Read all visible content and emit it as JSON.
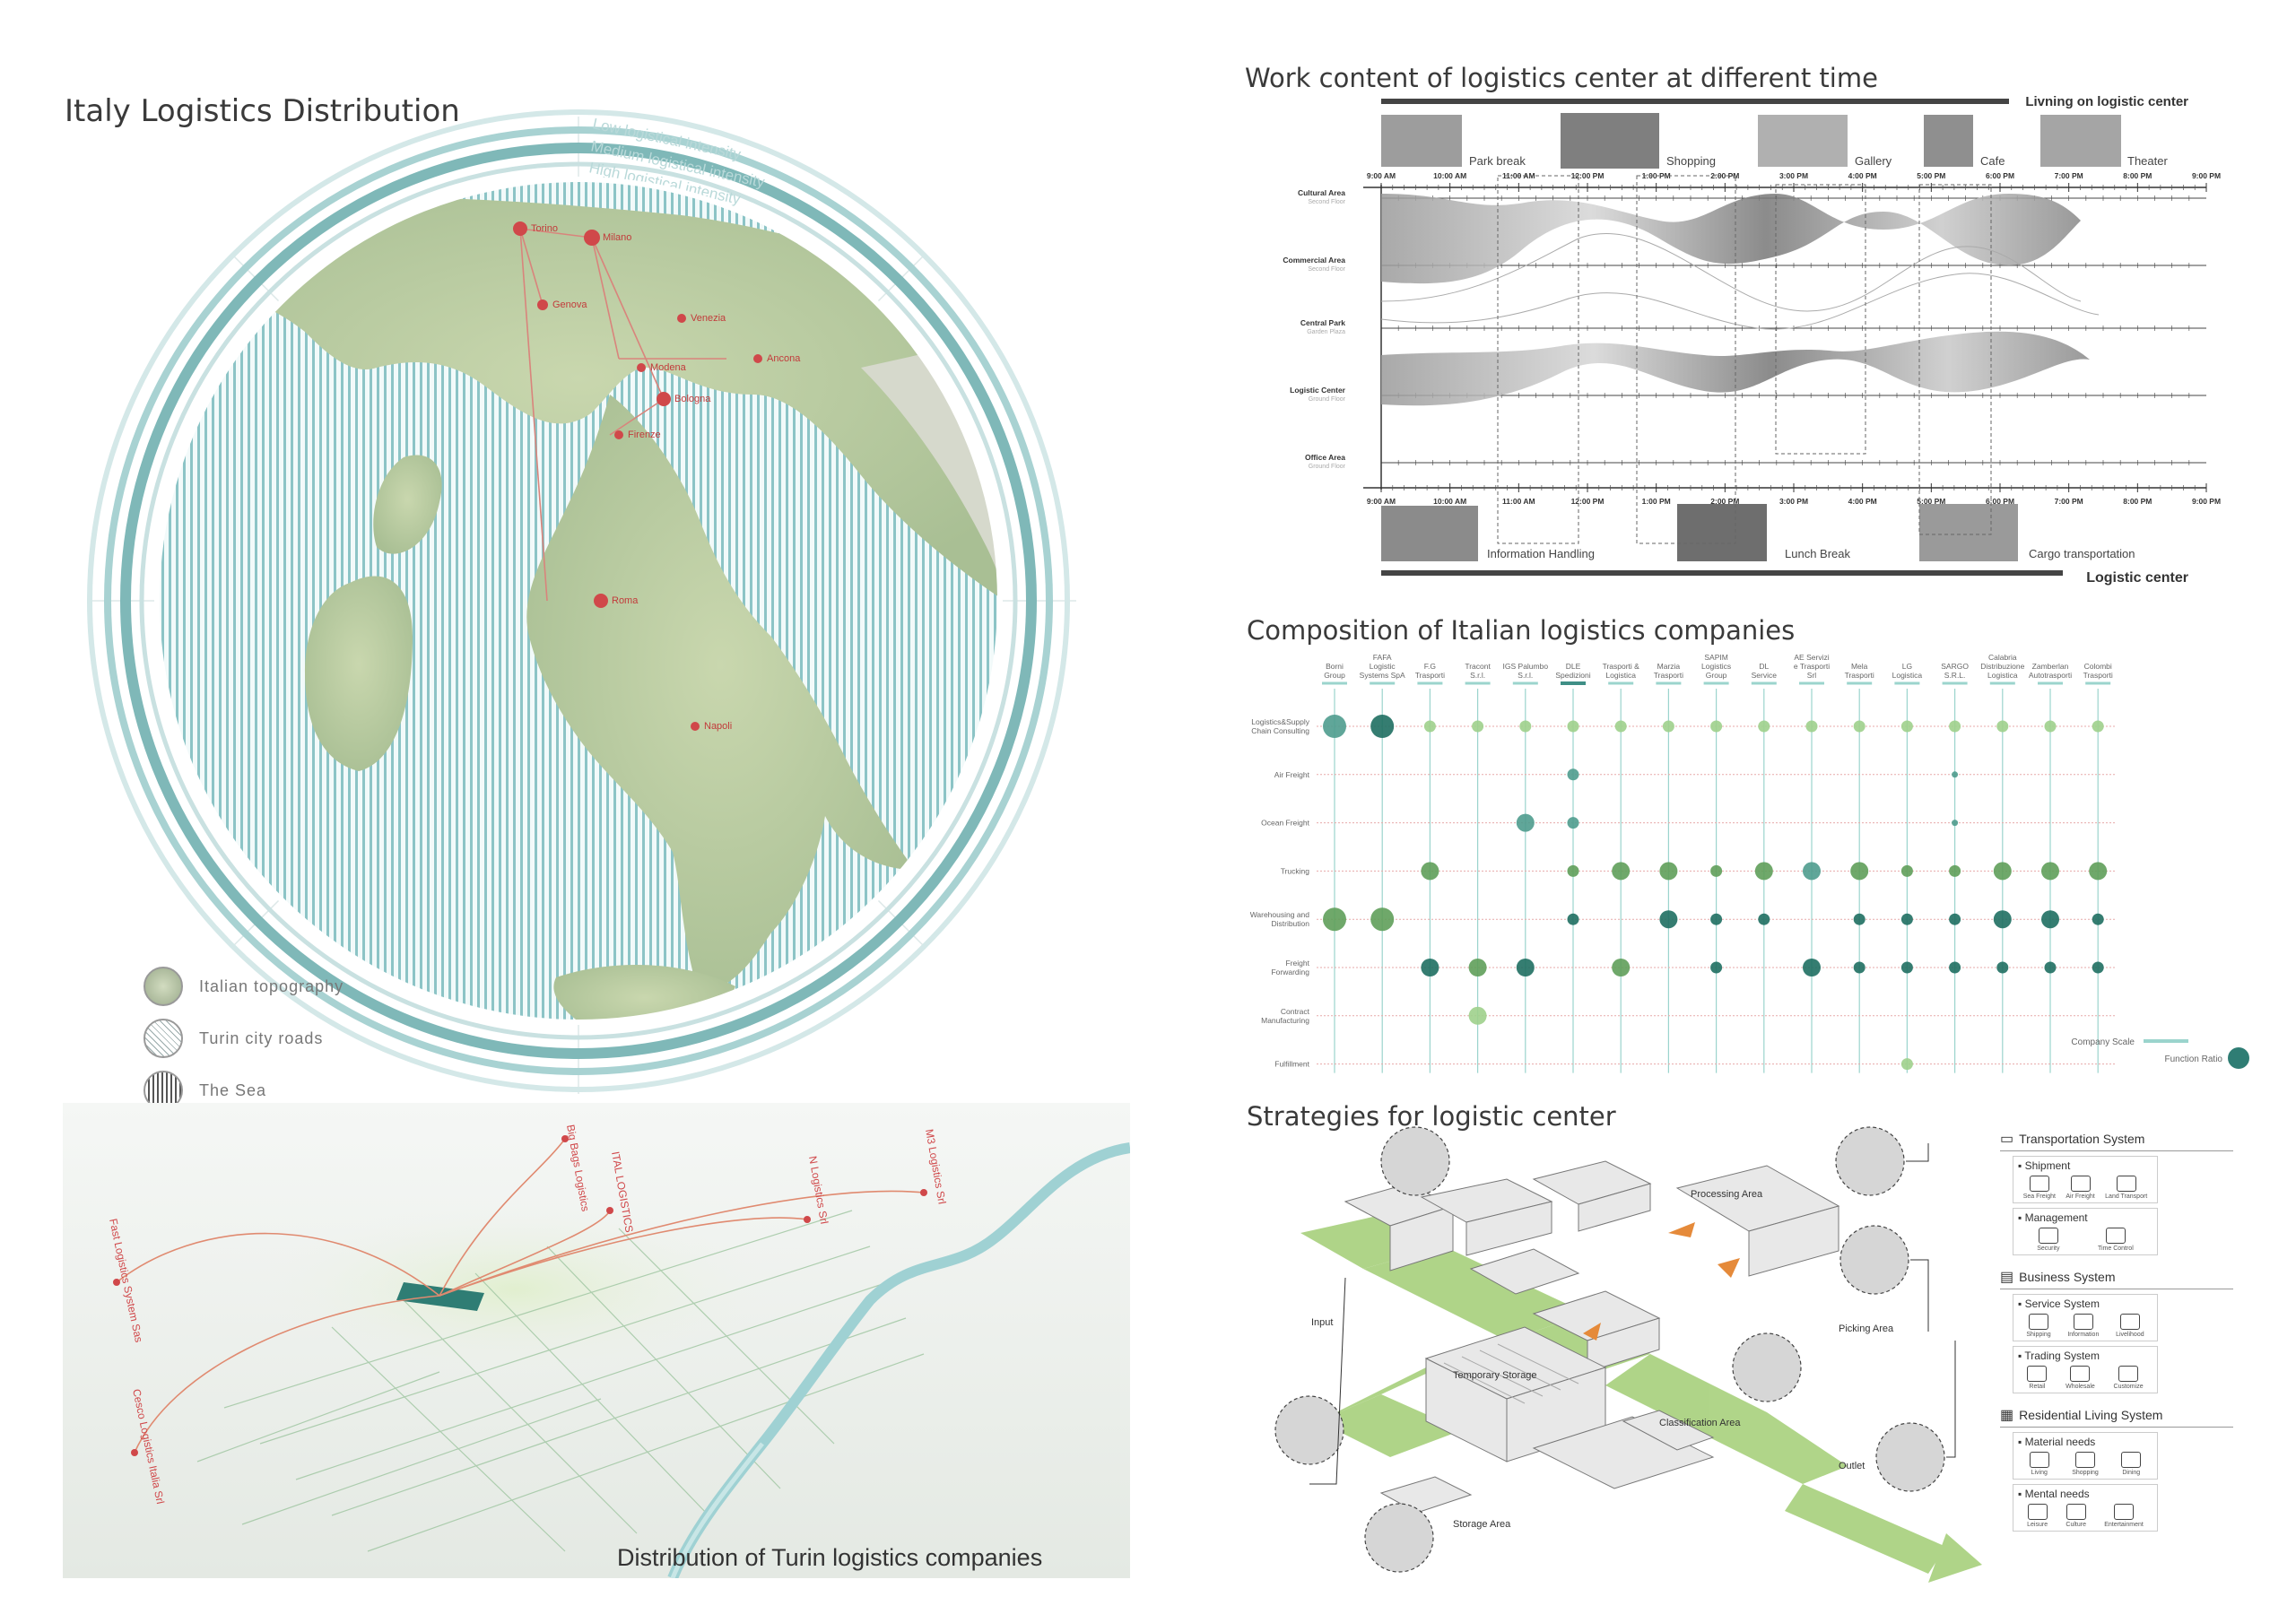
{
  "italy_map": {
    "title": "Italy Logistics Distribution",
    "ring_labels": [
      "Low logistical intensity",
      "Medium logistical intensity",
      "High logistical intensity"
    ],
    "cities": [
      "Torino",
      "Milano",
      "Genova",
      "Venezia",
      "Modena",
      "Bologna",
      "Ancona",
      "Firenze",
      "Roma",
      "Napoli"
    ],
    "legend": [
      {
        "label": "Italian topography",
        "icon": "topography-icon"
      },
      {
        "label": "Turin city roads",
        "icon": "roads-icon"
      },
      {
        "label": "The Sea",
        "icon": "sea-stripes-icon"
      }
    ]
  },
  "turin_map": {
    "caption": "Distribution of Turin logistics companies",
    "company_labels": [
      "Fast Logistics System Sas",
      "Cesco Logistics Italia Srl",
      "Big Bags Logistics",
      "ITAL LOGISTICS",
      "N Logistics Srl",
      "M3 Logistics Srl"
    ]
  },
  "work_content": {
    "title": "Work content of logistics center at different time",
    "top_banner": "Livning on logistic center",
    "bottom_banner": "Logistic center",
    "top_activities": [
      "Park break",
      "Shopping",
      "Gallery",
      "Cafe",
      "Theater"
    ],
    "bottom_activities": [
      "Information Handling",
      "Lunch Break",
      "Cargo transportation"
    ],
    "times": [
      "9:00 AM",
      "10:00 AM",
      "11:00 AM",
      "12:00 PM",
      "1:00 PM",
      "2:00 PM",
      "3:00 PM",
      "4:00 PM",
      "5:00 PM",
      "6:00 PM",
      "7:00 PM",
      "8:00 PM",
      "9:00 PM"
    ],
    "rows": [
      {
        "name": "Cultural Area",
        "floor": "Second Floor"
      },
      {
        "name": "Commercial Area",
        "floor": "Second Floor"
      },
      {
        "name": "Central Park",
        "floor": "Garden Plaza"
      },
      {
        "name": "Logistic Center",
        "floor": "Ground Floor"
      },
      {
        "name": "Office Area",
        "floor": "Ground Floor"
      }
    ]
  },
  "composition": {
    "title": "Composition of Italian logistics companies",
    "companies": [
      [
        "Borni",
        "Group"
      ],
      [
        "FAFA",
        "Logistic",
        "Systems SpA"
      ],
      [
        "F.G",
        "Trasporti"
      ],
      [
        "Tracont",
        "S.r.l."
      ],
      [
        "IGS Palumbo",
        "S.r.l."
      ],
      [
        "DLE",
        "Spedizioni"
      ],
      [
        "Trasporti &",
        "Logistica"
      ],
      [
        "Marzia",
        "Trasporti"
      ],
      [
        "SAPIM",
        "Logistics",
        "Group"
      ],
      [
        "DL",
        "Service"
      ],
      [
        "AE Servizi",
        "e Trasporti",
        "Srl"
      ],
      [
        "Mela",
        "Trasporti"
      ],
      [
        "LG",
        "Logistica"
      ],
      [
        "SARGO",
        "S.R.L."
      ],
      [
        "Calabria",
        "Distribuzione",
        "Logistica"
      ],
      [
        "Zamberlan",
        "Autotrasporti"
      ],
      [
        "Colombi",
        "Trasporti"
      ]
    ],
    "functions": [
      [
        "Logistics&Supply",
        "Chain Consulting"
      ],
      [
        "Air Freight"
      ],
      [
        "Ocean Freight"
      ],
      [
        "Trucking"
      ],
      [
        "Warehousing and",
        "Distribution"
      ],
      [
        "Freight",
        "Forwarding"
      ],
      [
        "Contract",
        "Manufacturing"
      ],
      [
        "Fulfillment"
      ]
    ],
    "legend": {
      "scale": "Company Scale",
      "ratio": "Function Ratio"
    },
    "colors": {
      "teal": "#4f9c8e",
      "dark": "#1f6f62",
      "green": "#5f9e5a",
      "light": "#9fd08c",
      "grid_v": "#9bd4cd",
      "grid_h": "#e7a9a9"
    },
    "bubbles": [
      [
        0,
        0,
        3,
        "teal"
      ],
      [
        1,
        0,
        3,
        "dark"
      ],
      [
        2,
        0,
        1,
        "light"
      ],
      [
        3,
        0,
        1,
        "light"
      ],
      [
        4,
        0,
        1,
        "light"
      ],
      [
        5,
        0,
        1,
        "light"
      ],
      [
        6,
        0,
        1,
        "light"
      ],
      [
        7,
        0,
        1,
        "light"
      ],
      [
        8,
        0,
        1,
        "light"
      ],
      [
        9,
        0,
        1,
        "light"
      ],
      [
        10,
        0,
        1,
        "light"
      ],
      [
        11,
        0,
        1,
        "light"
      ],
      [
        12,
        0,
        1,
        "light"
      ],
      [
        13,
        0,
        1,
        "light"
      ],
      [
        14,
        0,
        1,
        "light"
      ],
      [
        15,
        0,
        1,
        "light"
      ],
      [
        16,
        0,
        1,
        "light"
      ],
      [
        5,
        1,
        1,
        "teal"
      ],
      [
        13,
        1,
        0,
        "teal"
      ],
      [
        4,
        2,
        2,
        "teal"
      ],
      [
        5,
        2,
        1,
        "teal"
      ],
      [
        13,
        2,
        0,
        "teal"
      ],
      [
        2,
        3,
        2,
        "green"
      ],
      [
        5,
        3,
        1,
        "green"
      ],
      [
        6,
        3,
        2,
        "green"
      ],
      [
        7,
        3,
        2,
        "green"
      ],
      [
        8,
        3,
        1,
        "green"
      ],
      [
        9,
        3,
        2,
        "green"
      ],
      [
        10,
        3,
        2,
        "teal"
      ],
      [
        11,
        3,
        2,
        "green"
      ],
      [
        12,
        3,
        1,
        "green"
      ],
      [
        13,
        3,
        1,
        "green"
      ],
      [
        14,
        3,
        2,
        "green"
      ],
      [
        15,
        3,
        2,
        "green"
      ],
      [
        16,
        3,
        2,
        "green"
      ],
      [
        0,
        4,
        3,
        "green"
      ],
      [
        1,
        4,
        3,
        "green"
      ],
      [
        5,
        4,
        1,
        "dark"
      ],
      [
        7,
        4,
        2,
        "dark"
      ],
      [
        8,
        4,
        1,
        "dark"
      ],
      [
        9,
        4,
        1,
        "dark"
      ],
      [
        11,
        4,
        1,
        "dark"
      ],
      [
        12,
        4,
        1,
        "dark"
      ],
      [
        13,
        4,
        1,
        "dark"
      ],
      [
        14,
        4,
        2,
        "dark"
      ],
      [
        15,
        4,
        2,
        "dark"
      ],
      [
        16,
        4,
        1,
        "dark"
      ],
      [
        2,
        5,
        2,
        "dark"
      ],
      [
        3,
        5,
        2,
        "green"
      ],
      [
        4,
        5,
        2,
        "dark"
      ],
      [
        6,
        5,
        2,
        "green"
      ],
      [
        8,
        5,
        1,
        "dark"
      ],
      [
        10,
        5,
        2,
        "dark"
      ],
      [
        11,
        5,
        1,
        "dark"
      ],
      [
        12,
        5,
        1,
        "dark"
      ],
      [
        13,
        5,
        1,
        "dark"
      ],
      [
        14,
        5,
        1,
        "dark"
      ],
      [
        15,
        5,
        1,
        "dark"
      ],
      [
        16,
        5,
        1,
        "dark"
      ],
      [
        3,
        6,
        2,
        "light"
      ],
      [
        12,
        7,
        1,
        "light"
      ]
    ]
  },
  "strategies": {
    "title": "Strategies for logistic center",
    "area_labels": [
      "Processing Area",
      "Picking Area",
      "Input",
      "Temporary Storage",
      "Classification Area",
      "Outlet",
      "Storage Area"
    ],
    "systems": [
      {
        "name": "Transportation System",
        "icon": "truck-icon",
        "groups": [
          {
            "name": "Shipment",
            "items": [
              "Sea Freight",
              "Air Freight",
              "Land Transport"
            ]
          },
          {
            "name": "Management",
            "items": [
              "Security",
              "Time Control"
            ]
          }
        ]
      },
      {
        "name": "Business System",
        "icon": "shop-icon",
        "groups": [
          {
            "name": "Service System",
            "items": [
              "Shipping",
              "Information",
              "Livelihood"
            ]
          },
          {
            "name": "Trading System",
            "items": [
              "Retail",
              "Wholesale",
              "Customize"
            ]
          }
        ]
      },
      {
        "name": "Residential Living System",
        "icon": "building-icon",
        "groups": [
          {
            "name": "Material needs",
            "items": [
              "Living",
              "Shopping",
              "Dining"
            ]
          },
          {
            "name": "Mental needs",
            "items": [
              "Leisure",
              "Culture",
              "Entertainment"
            ]
          }
        ]
      }
    ]
  }
}
